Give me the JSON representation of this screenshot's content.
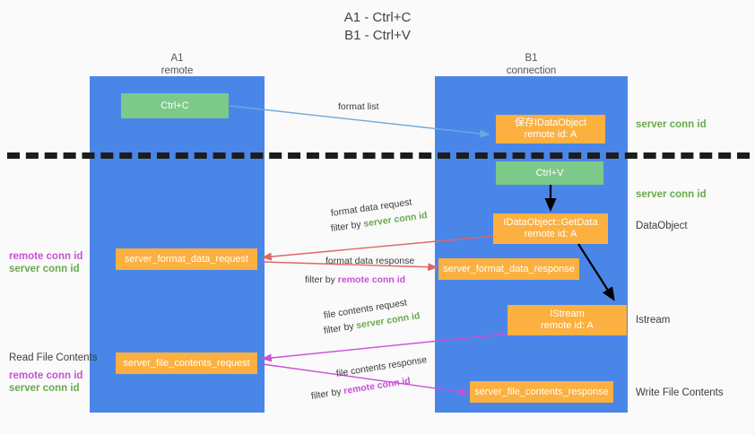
{
  "title": {
    "line1": "A1 - Ctrl+C",
    "line2": "B1 - Ctrl+V"
  },
  "lanes": [
    {
      "name": "A1",
      "sub": "remote"
    },
    {
      "name": "B1",
      "sub": "connection"
    }
  ],
  "colors": {
    "lane": "#4a86e8",
    "green_box": "#7dc98a",
    "orange_box": "#fbb040",
    "green_text": "#6aa84f",
    "purple_text": "#c94fd6",
    "divider": "#1c1c1c",
    "arrow_blue": "#6fa8dc",
    "arrow_red": "#e06666",
    "arrow_magenta": "#c94fd6",
    "arrow_black": "#000000",
    "background": "#fafafa"
  },
  "boxes": {
    "ctrl_c": {
      "line1": "Ctrl+C"
    },
    "save_idataobject": {
      "line1": "保存IDataObject",
      "line2": "remote id: A"
    },
    "ctrl_v": {
      "line1": "Ctrl+V"
    },
    "getdata": {
      "line1": "IDataObject::GetData",
      "line2": "remote id: A"
    },
    "istream": {
      "line1": "IStream",
      "line2": "remote id: A"
    },
    "server_format_data_request": {
      "line1": "server_format_data_request"
    },
    "server_format_data_response": {
      "line1": "server_format_data_response"
    },
    "server_file_contents_request": {
      "line1": "server_file_contents_request"
    },
    "server_file_contents_response": {
      "line1": "server_file_contents_response"
    }
  },
  "side_labels": {
    "server_conn_id_top": "server conn id",
    "server_conn_id_mid": "server conn id",
    "dataobject": "DataObject",
    "istream": "Istream",
    "write_file_contents": "Write File Contents",
    "read_file_contents": "Read File Contents",
    "remote_conn_id": "remote conn id",
    "server_conn_id": "server conn id"
  },
  "captions": {
    "format_list": "format list",
    "format_data_request": "format data request",
    "format_data_request_filter_prefix": "filter by ",
    "format_data_request_filter_value": "server conn id",
    "format_data_response": "format data response",
    "format_data_response_filter_prefix": "filter by ",
    "format_data_response_filter_value": "remote conn id",
    "file_contents_request": "file contents request",
    "file_contents_request_filter_prefix": "filter by ",
    "file_contents_request_filter_value": "server conn id",
    "file_contents_response": "file contents response",
    "file_contents_response_filter_prefix": "filter by ",
    "file_contents_response_filter_value": "remote conn id"
  }
}
